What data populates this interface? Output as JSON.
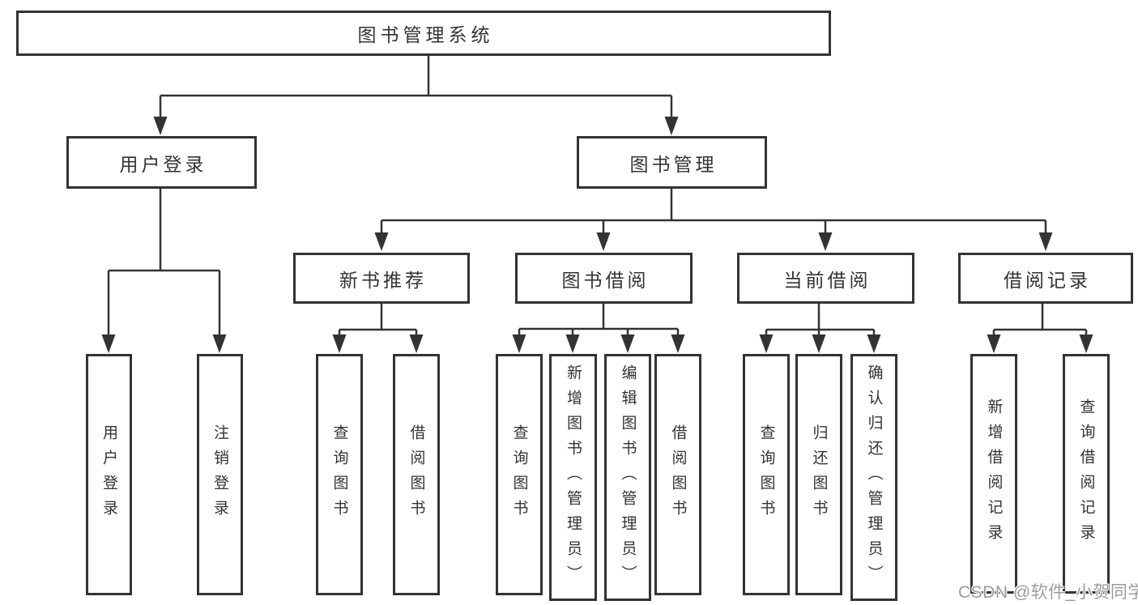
{
  "tree": {
    "root": {
      "label": "图书管理系统",
      "children": [
        {
          "label": "用户登录",
          "children": [
            {
              "label": "用户登录"
            },
            {
              "label": "注销登录"
            }
          ]
        },
        {
          "label": "图书管理",
          "children": [
            {
              "label": "新书推荐",
              "children": [
                {
                  "label": "查询图书"
                },
                {
                  "label": "借阅图书"
                }
              ]
            },
            {
              "label": "图书借阅",
              "children": [
                {
                  "label": "查询图书"
                },
                {
                  "label": "新增图书（管理员）"
                },
                {
                  "label": "编辑图书（管理员）"
                },
                {
                  "label": "借阅图书"
                }
              ]
            },
            {
              "label": "当前借阅",
              "children": [
                {
                  "label": "查询图书"
                },
                {
                  "label": "归还图书"
                },
                {
                  "label": "确认归还（管理员）"
                }
              ]
            },
            {
              "label": "借阅记录",
              "children": [
                {
                  "label": "新增借阅记录"
                },
                {
                  "label": "查询借阅记录"
                }
              ]
            }
          ]
        }
      ]
    }
  },
  "watermark": {
    "text": "CSDN @软件_小贺同学"
  },
  "colors": {
    "background": "#ffffff",
    "line": "#333333",
    "border": "#333333",
    "text": "#333333",
    "watermark": "#9c9c9c"
  }
}
